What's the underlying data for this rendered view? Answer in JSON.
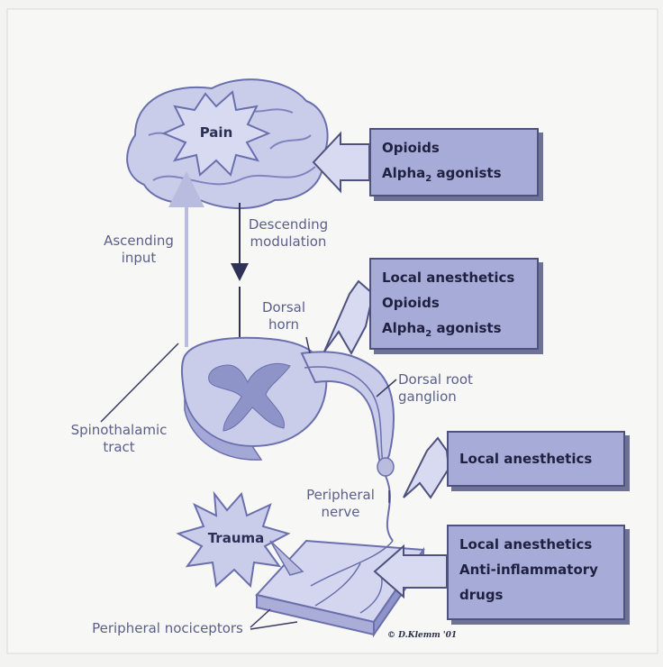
{
  "labels": {
    "pain": "Pain",
    "trauma": "Trauma",
    "ascending_input_1": "Ascending",
    "ascending_input_2": "input",
    "descending_1": "Descending",
    "descending_2": "modulation",
    "dorsal_horn_1": "Dorsal",
    "dorsal_horn_2": "horn",
    "drg_1": "Dorsal root",
    "drg_2": "ganglion",
    "spinothalamic_1": "Spinothalamic",
    "spinothalamic_2": "tract",
    "peripheral_nerve_1": "Peripheral",
    "peripheral_nerve_2": "nerve",
    "peripheral_nociceptors": "Peripheral nociceptors",
    "copyright": "© D.Klemm '01"
  },
  "boxes": {
    "brain": {
      "line1": "Opioids",
      "line2_main": "Alpha",
      "line2_sub": "2",
      "line2_rest": " agonists"
    },
    "dorsal_horn": {
      "line1": "Local anesthetics",
      "line2": "Opioids",
      "line3_main": "Alpha",
      "line3_sub": "2",
      "line3_rest": " agonists"
    },
    "peripheral_nerve": {
      "line1": "Local anesthetics"
    },
    "nociceptors": {
      "line1": "Local anesthetics",
      "line2": "Anti-inflammatory",
      "line3": "drugs"
    }
  },
  "colors": {
    "box_fill": "#a7abd8",
    "box_border": "#4f527e",
    "tissue_light": "#c9cdea",
    "tissue_mid": "#8f94c8",
    "tissue_dark": "#6a6fae",
    "label_text": "#5b5f8a"
  }
}
